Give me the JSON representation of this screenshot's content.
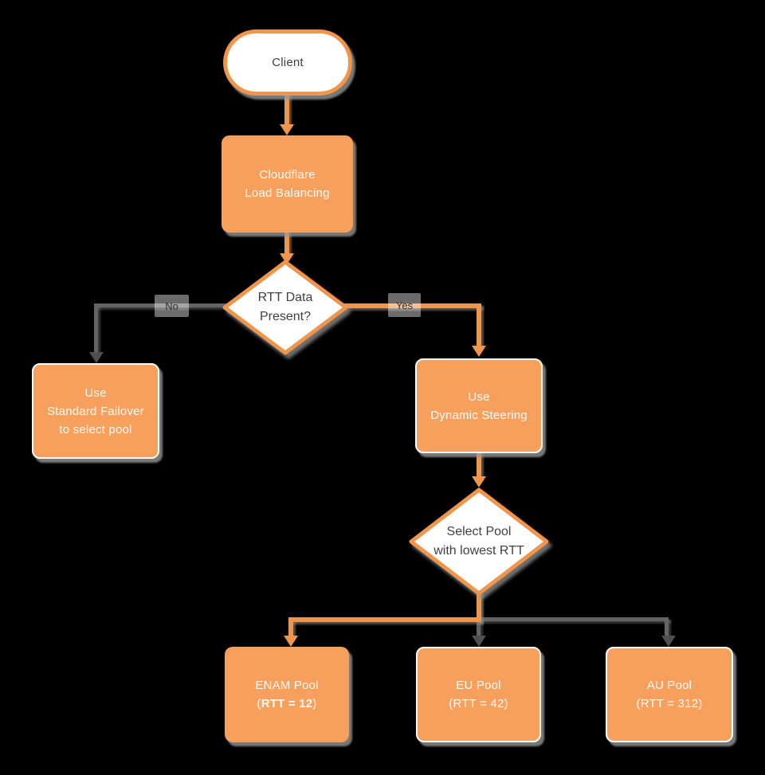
{
  "title": "Cloudflare Load Balancing RTT flowchart",
  "colors": {
    "background": "#000000",
    "node_fill_orange": "#F7A05E",
    "node_border_orange": "#F0954C",
    "connector_orange": "#F0954C",
    "connector_gray": "#646464",
    "arrow_gray": "#4F4F4F",
    "text_on_orange": "#FFFDFA",
    "text_dark": "#404040"
  },
  "nodes": {
    "client": {
      "label": "Client"
    },
    "load_balancing": {
      "line1": "Cloudflare",
      "line2": "Load Balancing"
    },
    "rtt_decision": {
      "line1": "RTT Data",
      "line2": "Present?"
    },
    "standard_failover": {
      "line1": "Use",
      "line2": "Standard Failover",
      "line3": "to select pool"
    },
    "dynamic_steering": {
      "line1": "Use",
      "line2": "Dynamic Steering"
    },
    "select_pool_decision": {
      "line1": "Select Pool",
      "line2": "with lowest RTT"
    },
    "enam_pool": {
      "line1": "ENAM Pool",
      "line2_open": "(",
      "line2_bold": "RTT = 12",
      "line2_close": ")"
    },
    "eu_pool": {
      "line1": "EU Pool",
      "line2": "(RTT = 42)"
    },
    "au_pool": {
      "line1": "AU Pool",
      "line2": "(RTT = 312)"
    }
  },
  "edges": {
    "no_label": "No",
    "yes_label": "Yes"
  }
}
